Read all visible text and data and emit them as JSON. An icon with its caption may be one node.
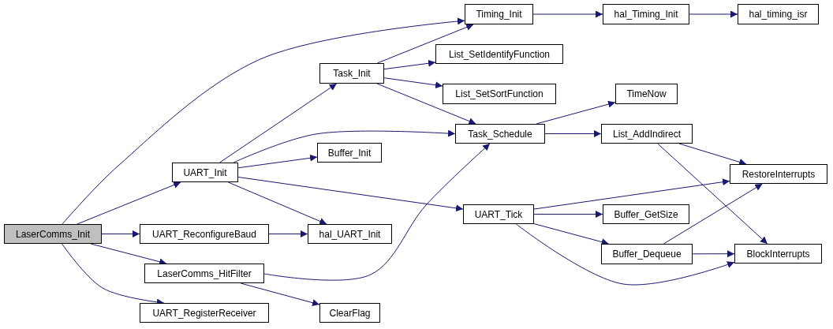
{
  "diagram": {
    "nodes": [
      {
        "text": [
          "LaserComms_Init"
        ]
      },
      {
        "text": [
          "UART_Init"
        ]
      },
      {
        "text": [
          "UART_ReconfigureBaud"
        ]
      },
      {
        "text": [
          "LaserComms_HitFilter"
        ]
      },
      {
        "text": [
          "UART_RegisterReceiver"
        ]
      },
      {
        "text": [
          "Task_Init"
        ]
      },
      {
        "text": [
          "Buffer_Init"
        ]
      },
      {
        "text": [
          "hal_UART_Init"
        ]
      },
      {
        "text": [
          "ClearFlag"
        ]
      },
      {
        "text": [
          "Timing_Init"
        ]
      },
      {
        "text": [
          "List_SetIdentifyFunction"
        ]
      },
      {
        "text": [
          "List_SetSortFunction"
        ]
      },
      {
        "text": [
          "Task_Schedule"
        ]
      },
      {
        "text": [
          "UART_Tick"
        ]
      },
      {
        "text": [
          "hal_Timing_Init"
        ]
      },
      {
        "text": [
          "TimeNow"
        ]
      },
      {
        "text": [
          "List_AddIndirect"
        ]
      },
      {
        "text": [
          "Buffer_GetSize"
        ]
      },
      {
        "text": [
          "Buffer_Dequeue"
        ]
      },
      {
        "text": [
          "hal_timing_isr"
        ]
      },
      {
        "text": [
          "RestoreInterrupts"
        ]
      },
      {
        "text": [
          "BlockInterrupts"
        ]
      }
    ],
    "edges": [
      {
        "from": 0,
        "to": 9,
        "arrow": "to"
      },
      {
        "from": 0,
        "to": 1,
        "arrow": "to"
      },
      {
        "from": 0,
        "to": 2,
        "arrow": "to"
      },
      {
        "from": 0,
        "to": 3,
        "arrow": "to"
      },
      {
        "from": 0,
        "to": 4,
        "arrow": "to"
      },
      {
        "from": 1,
        "to": 5,
        "arrow": "to"
      },
      {
        "from": 1,
        "to": 12,
        "arrow": "to"
      },
      {
        "from": 1,
        "to": 6,
        "arrow": "to"
      },
      {
        "from": 1,
        "to": 7,
        "arrow": "to"
      },
      {
        "from": 1,
        "to": 13,
        "arrow": "to"
      },
      {
        "from": 2,
        "to": 7,
        "arrow": "to"
      },
      {
        "from": 3,
        "to": 12,
        "arrow": "to"
      },
      {
        "from": 3,
        "to": 8,
        "arrow": "to"
      },
      {
        "from": 5,
        "to": 9,
        "arrow": "to"
      },
      {
        "from": 5,
        "to": 10,
        "arrow": "to"
      },
      {
        "from": 5,
        "to": 11,
        "arrow": "to"
      },
      {
        "from": 5,
        "to": 12,
        "arrow": "to"
      },
      {
        "from": 9,
        "to": 14,
        "arrow": "to"
      },
      {
        "from": 14,
        "to": 19,
        "arrow": "to"
      },
      {
        "from": 12,
        "to": 15,
        "arrow": "to"
      },
      {
        "from": 12,
        "to": 16,
        "arrow": "to"
      },
      {
        "from": 16,
        "to": 20,
        "arrow": "to"
      },
      {
        "from": 16,
        "to": 21,
        "arrow": "to"
      },
      {
        "from": 13,
        "to": 20,
        "arrow": "to"
      },
      {
        "from": 13,
        "to": 17,
        "arrow": "to"
      },
      {
        "from": 13,
        "to": 18,
        "arrow": "to"
      },
      {
        "from": 13,
        "to": 21,
        "arrow": "to"
      },
      {
        "from": 18,
        "to": 20,
        "arrow": "to"
      },
      {
        "from": 18,
        "to": 21,
        "arrow": "to"
      }
    ]
  }
}
